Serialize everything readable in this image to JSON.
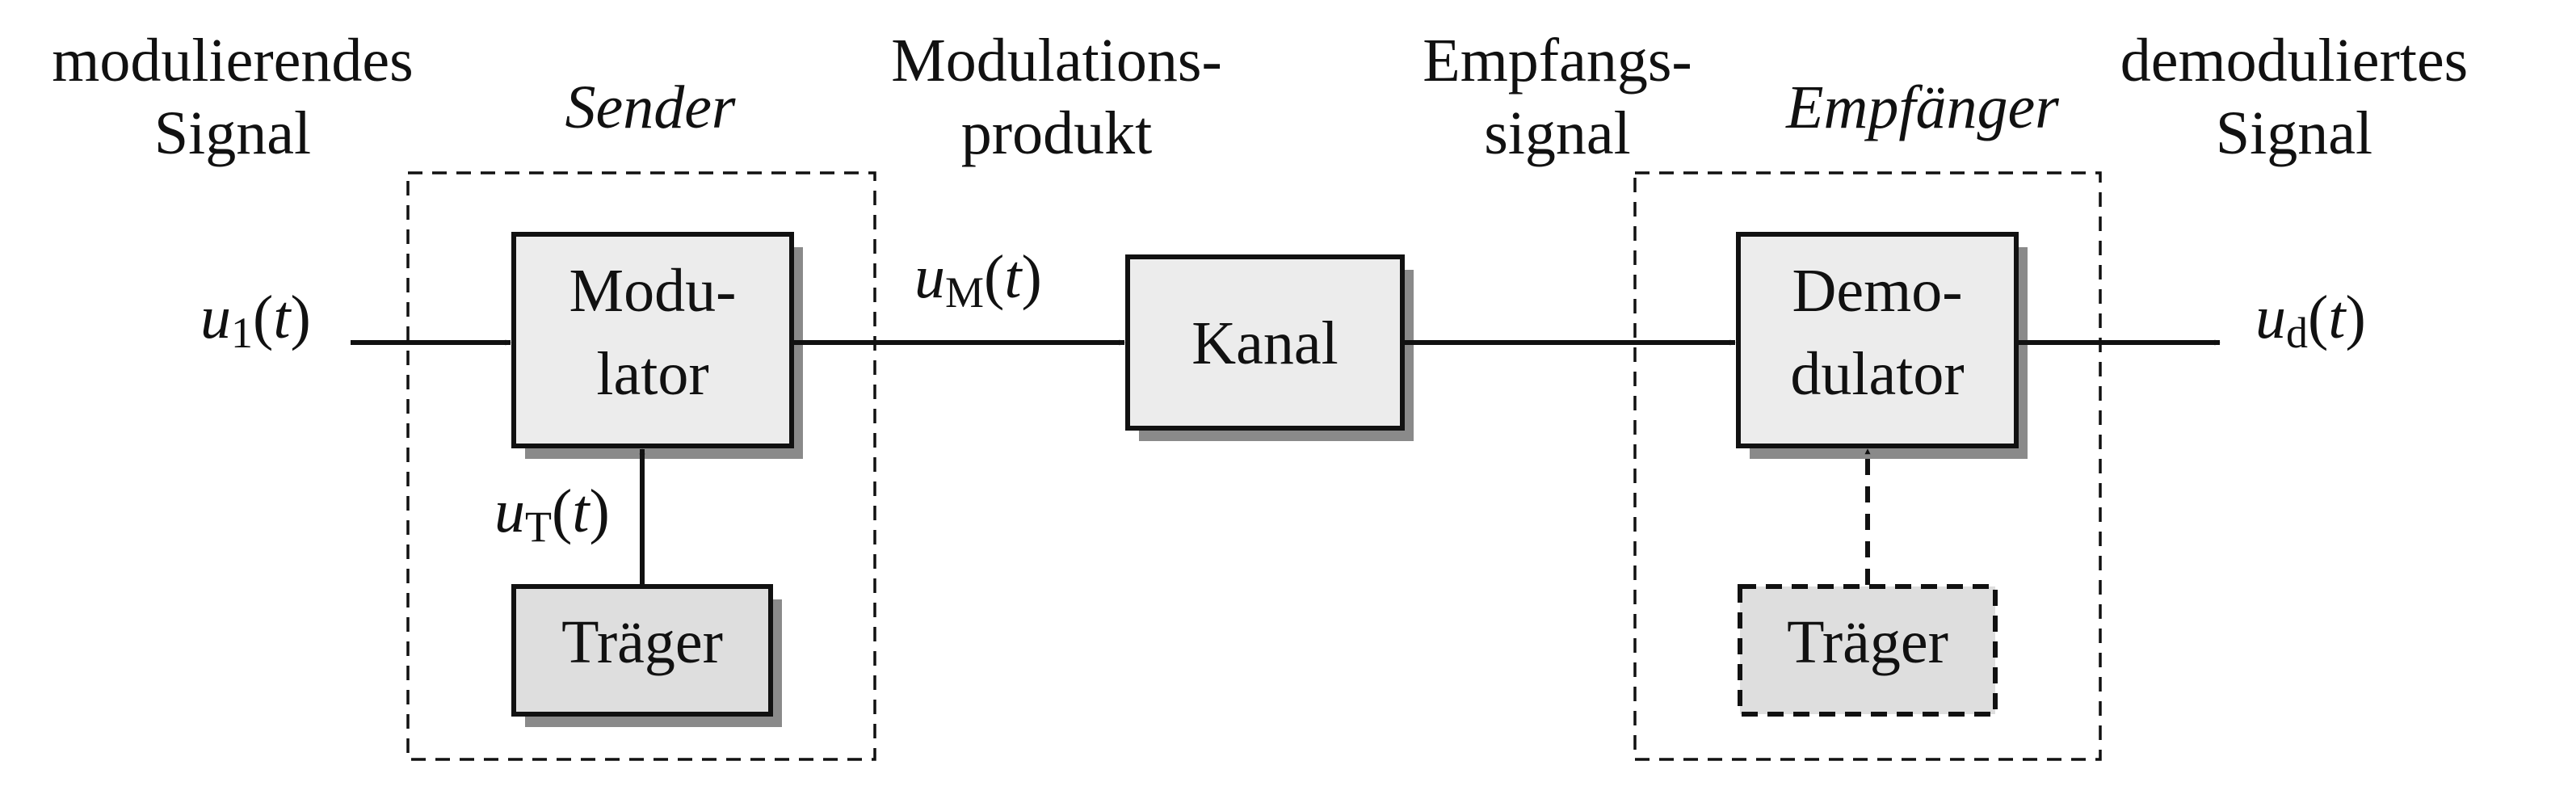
{
  "colors": {
    "block_fill": "#ececec",
    "carrier_fill": "#dedede",
    "line": "#111111",
    "shadow": "#8a8a8a"
  },
  "headers": {
    "input_l1": "modulierendes",
    "input_l2": "Signal",
    "sender": "Sender",
    "mod_product_l1": "Modulations-",
    "mod_product_l2": "produkt",
    "received_l1": "Empfangs-",
    "received_l2": "signal",
    "receiver": "Empfänger",
    "output_l1": "demoduliertes",
    "output_l2": "Signal"
  },
  "blocks": {
    "modulator_l1": "Modu-",
    "modulator_l2": "lator",
    "carrier_tx": "Träger",
    "channel": "Kanal",
    "demodulator_l1": "Demo-",
    "demodulator_l2": "dulator",
    "carrier_rx": "Träger"
  },
  "signals": {
    "u1": {
      "var": "u",
      "sub": "1",
      "arg": "(",
      "t": "t",
      "close": ")"
    },
    "uT": {
      "var": "u",
      "sub": "T",
      "arg": "(",
      "t": "t",
      "close": ")"
    },
    "uM": {
      "var": "u",
      "sub": "M",
      "arg": "(",
      "t": "t",
      "close": ")"
    },
    "ud": {
      "var": "u",
      "sub": "d",
      "arg": "(",
      "t": "t",
      "close": ")"
    }
  }
}
